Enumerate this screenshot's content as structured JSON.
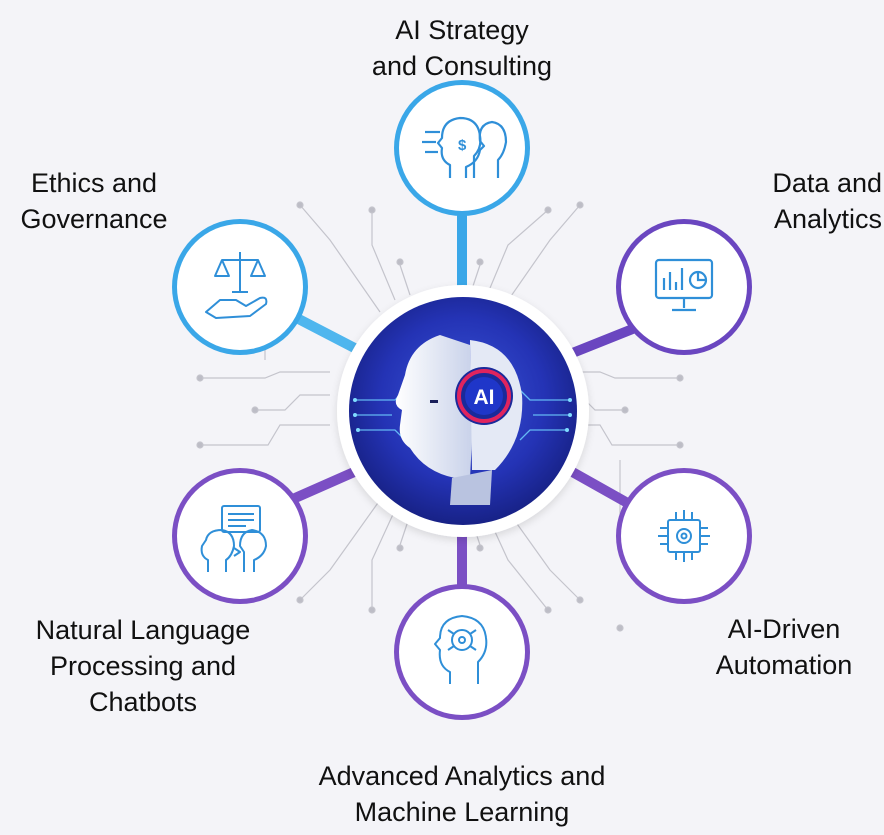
{
  "center": {
    "badge": "AI",
    "icon": "ai-robot-head-icon"
  },
  "services": [
    {
      "id": "strategy",
      "lines": [
        "AI Strategy",
        "and Consulting"
      ],
      "icon": "head-dollar-icon"
    },
    {
      "id": "data",
      "lines": [
        "Data and",
        "Analytics"
      ],
      "icon": "monitor-chart-icon"
    },
    {
      "id": "automation",
      "lines": [
        "AI-Driven",
        "Automation"
      ],
      "icon": "chip-gear-icon"
    },
    {
      "id": "ml",
      "lines": [
        "Advanced Analytics and",
        "Machine Learning"
      ],
      "icon": "brain-head-icon"
    },
    {
      "id": "nlp",
      "lines": [
        "Natural Language",
        "Processing and",
        "Chatbots"
      ],
      "icon": "human-robot-chat-icon"
    },
    {
      "id": "ethics",
      "lines": [
        "Ethics and",
        "Governance"
      ],
      "icon": "scales-hand-icon"
    }
  ],
  "colors": {
    "blue": "#3aa7e8",
    "purple": "#7b4fc4",
    "icon": "#2f8fd8",
    "label": "#111111",
    "background": "#f4f4f8"
  }
}
